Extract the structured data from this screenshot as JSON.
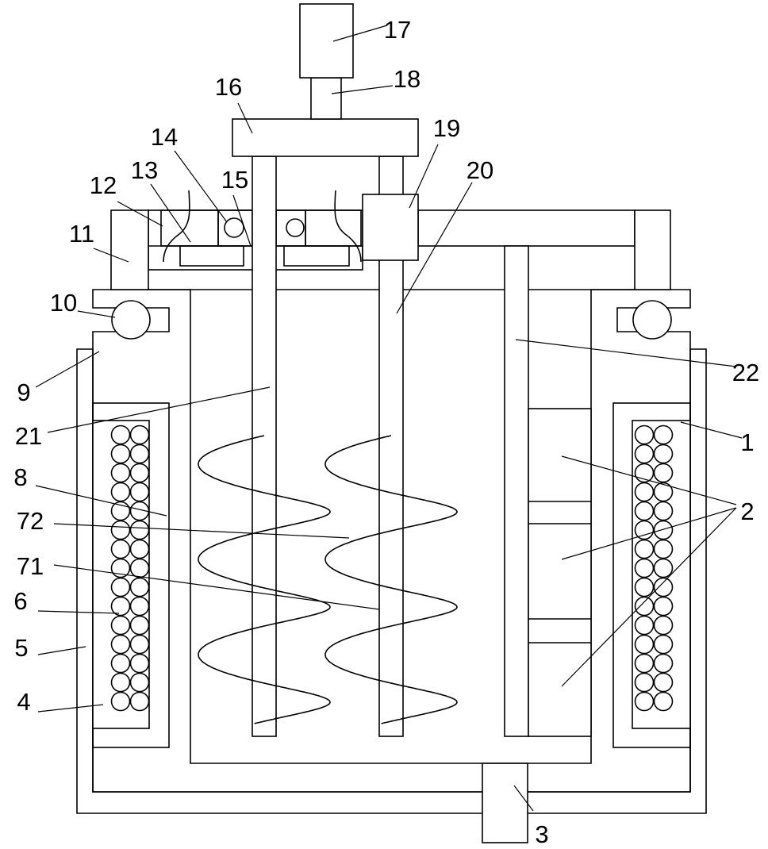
{
  "labels": {
    "n1": "1",
    "n2": "2",
    "n3": "3",
    "n4": "4",
    "n5": "5",
    "n6": "6",
    "n8": "8",
    "n9": "9",
    "n10": "10",
    "n11": "11",
    "n12": "12",
    "n13": "13",
    "n14": "14",
    "n15": "15",
    "n16": "16",
    "n17": "17",
    "n18": "18",
    "n19": "19",
    "n20": "20",
    "n21": "21",
    "n22": "22",
    "n71": "71",
    "n72": "72"
  }
}
